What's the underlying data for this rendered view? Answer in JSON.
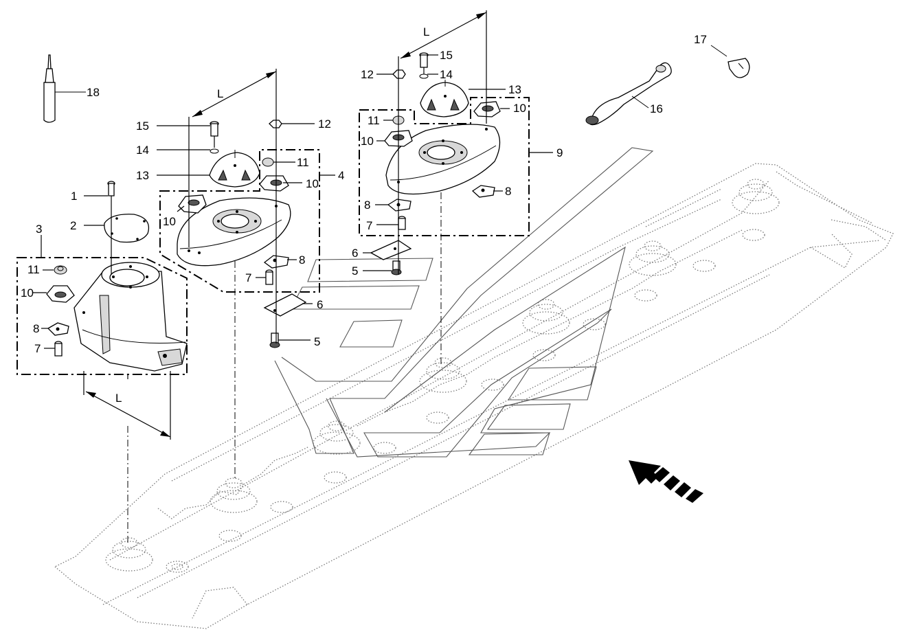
{
  "callouts": [
    {
      "label": "1",
      "name": "callout-1"
    },
    {
      "label": "2",
      "name": "callout-2"
    },
    {
      "label": "3",
      "name": "callout-3"
    },
    {
      "label": "4",
      "name": "callout-4"
    },
    {
      "label": "5",
      "name": "callout-5"
    },
    {
      "label": "6",
      "name": "callout-6"
    },
    {
      "label": "7",
      "name": "callout-7"
    },
    {
      "label": "8",
      "name": "callout-8"
    },
    {
      "label": "9",
      "name": "callout-9"
    },
    {
      "label": "10",
      "name": "callout-10"
    },
    {
      "label": "11",
      "name": "callout-11"
    },
    {
      "label": "12",
      "name": "callout-12"
    },
    {
      "label": "13",
      "name": "callout-13"
    },
    {
      "label": "14",
      "name": "callout-14"
    },
    {
      "label": "15",
      "name": "callout-15"
    },
    {
      "label": "16",
      "name": "callout-16"
    },
    {
      "label": "17",
      "name": "callout-17"
    },
    {
      "label": "18",
      "name": "callout-18"
    }
  ],
  "dimension_label": "L",
  "colors": {
    "line": "#000000",
    "background": "#ffffff",
    "dotted_frame": "#777777",
    "shade": "#d8d8d8"
  },
  "icons": {
    "direction": "travel-direction-arrow-icon"
  }
}
